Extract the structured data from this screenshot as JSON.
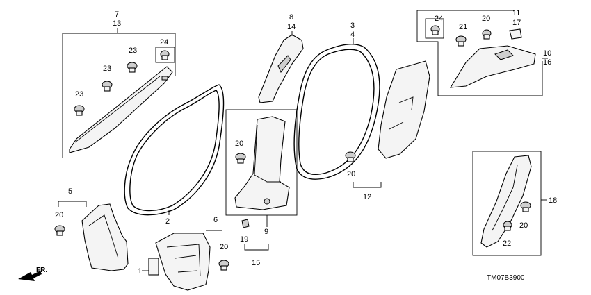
{
  "labels": {
    "l7": "7",
    "l13": "13",
    "l24a": "24",
    "l23a": "23",
    "l23b": "23",
    "l23c": "23",
    "l8": "8",
    "l14": "14",
    "l3": "3",
    "l4": "4",
    "l24b": "24",
    "l20a": "20",
    "l21": "21",
    "l11": "11",
    "l17": "17",
    "l10": "10",
    "l16": "16",
    "l20b": "20",
    "l20c": "20",
    "l12": "12",
    "l5": "5",
    "l20d": "20",
    "l2": "2",
    "l9": "9",
    "l19": "19",
    "l15": "15",
    "l6": "6",
    "l20e": "20",
    "l1": "1",
    "l18": "18",
    "l20f": "20",
    "l22": "22"
  },
  "direction_label": "FR.",
  "diagram_code": "TM07B3900"
}
